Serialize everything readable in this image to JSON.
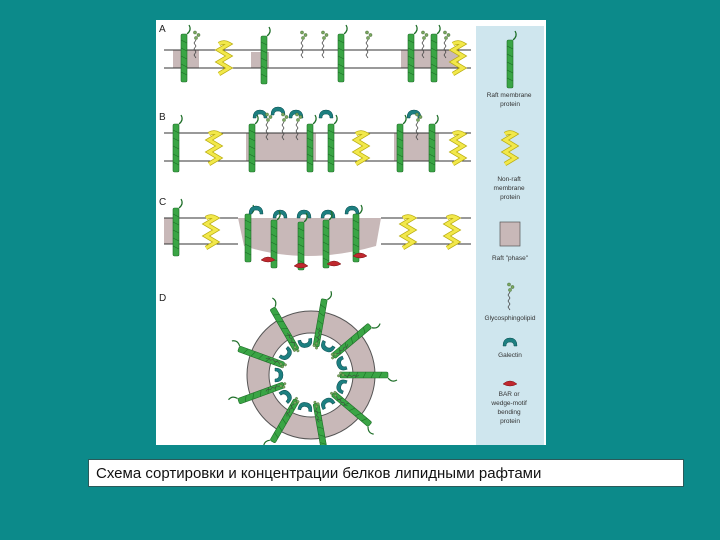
{
  "panels": [
    "A",
    "B",
    "C",
    "D"
  ],
  "legend": {
    "raft_protein": [
      "Raft membrane",
      "protein"
    ],
    "nonraft_protein": [
      "Non-raft",
      "membrane",
      "protein"
    ],
    "raft_phase": [
      "Raft \"phase\""
    ],
    "glycosphingolipid": [
      "Glycosphingolipid"
    ],
    "galectin": [
      "Galectin"
    ],
    "bar_protein": [
      "BAR or",
      "wedge-motif",
      "bending",
      "protein"
    ]
  },
  "caption": "Схема сортировки и концентрации белков липидными рафтами",
  "colors": {
    "background": "#0c8a8a",
    "legend_panel": "#cfe6ee",
    "raft_protein": "#3aa545",
    "nonraft_protein": "#f2e84a",
    "raft_phase": "#c8b8b8",
    "galectin": "#1d7f80",
    "bar_protein": "#c0282e",
    "glycolipid": "#7aa860"
  }
}
